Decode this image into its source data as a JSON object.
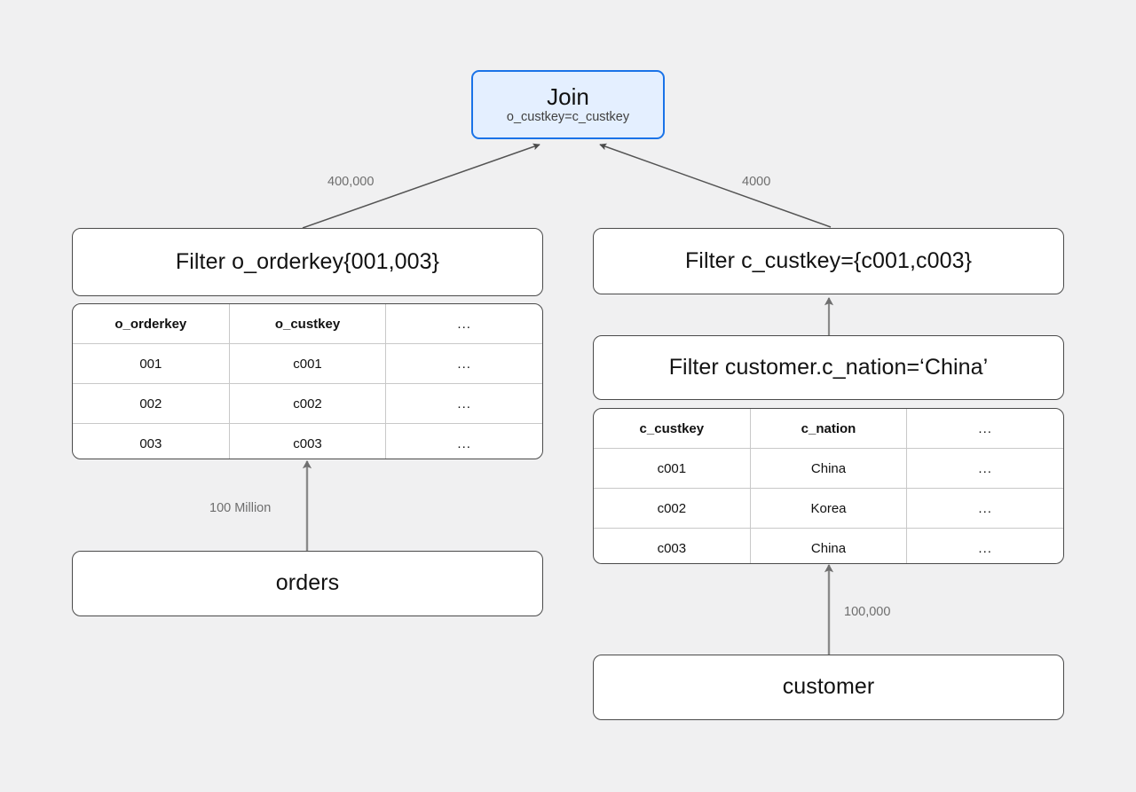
{
  "diagram": {
    "title": "Query plan with sideways information passing",
    "background_color": "#f0f0f1",
    "accent_color": "#1a73e8",
    "accent_fill": "#e4efff",
    "edge_color": "#707070"
  },
  "nodes": {
    "join": {
      "title": "Join",
      "subtitle": "o_custkey=c_custkey"
    },
    "filter_orders": {
      "label": "Filter o_orderkey{001,003}"
    },
    "filter_custkey": {
      "label": "Filter c_custkey={c001,c003}"
    },
    "filter_nation": {
      "label": "Filter customer.c_nation=‘China’"
    },
    "orders": {
      "label": "orders"
    },
    "customer": {
      "label": "customer"
    }
  },
  "tables": {
    "orders_table": {
      "columns": [
        "o_orderkey",
        "o_custkey",
        "..."
      ],
      "rows": [
        [
          "001",
          "c001",
          "..."
        ],
        [
          "002",
          "c002",
          "..."
        ],
        [
          "003",
          "c003",
          "..."
        ]
      ]
    },
    "customer_table": {
      "columns": [
        "c_custkey",
        "c_nation",
        "..."
      ],
      "rows": [
        [
          "c001",
          "China",
          "..."
        ],
        [
          "c002",
          "Korea",
          "..."
        ],
        [
          "c003",
          "China",
          "..."
        ]
      ]
    }
  },
  "edge_labels": {
    "orders_to_join": "400,000",
    "customer_to_join": "4000",
    "orders_scan": "100 Million",
    "customer_scan": "100,000"
  }
}
